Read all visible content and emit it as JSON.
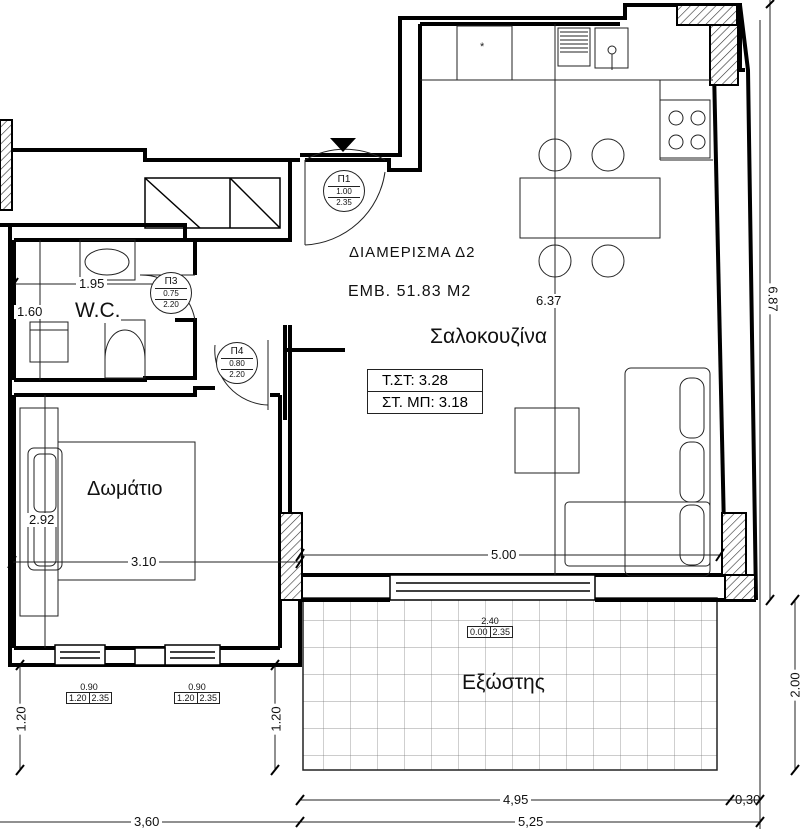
{
  "apartment": {
    "title": "ΔΙΑΜΕΡΙΣΜΑ Δ2",
    "area": "ΕΜΒ. 51.83 Μ2"
  },
  "rooms": {
    "living_kitchen": "Σαλοκουζίνα",
    "bedroom": "Δωμάτιο",
    "wc": "W.C.",
    "balcony": "Εξώστης"
  },
  "floor_info": {
    "t_st": "Τ.ΣΤ: 3.28",
    "st_mp": "ΣΤ. ΜΠ: 3.18"
  },
  "doors": [
    {
      "code": "Π1",
      "width": "1.00",
      "height": "2.35"
    },
    {
      "code": "Π3",
      "width": "0.75",
      "height": "2.20"
    },
    {
      "code": "Π4",
      "width": "0.80",
      "height": "2.20"
    }
  ],
  "windows": [
    {
      "width": "0.90",
      "sill": "1.20",
      "height": "2.35"
    },
    {
      "width": "0.90",
      "sill": "1.20",
      "height": "2.35"
    },
    {
      "width": "2.40",
      "sill": "0.00",
      "height": "2.35"
    }
  ],
  "dimensions": {
    "wc_width": "1.95",
    "wc_depth": "1.60",
    "bedroom_width": "3.10",
    "bedroom_depth": "2.92",
    "living_width": "5.00",
    "living_depth": "6.37",
    "total_right": "6.87",
    "balcony_right": "2.00",
    "left_sill_1": "1.20",
    "left_sill_2": "1.20",
    "bottom_495": "4,95",
    "bottom_030": "0,30",
    "bottom_360": "3,60",
    "bottom_525": "5,25"
  },
  "colors": {
    "wall": "#000000",
    "line": "#222222",
    "hatch": "#333333"
  }
}
